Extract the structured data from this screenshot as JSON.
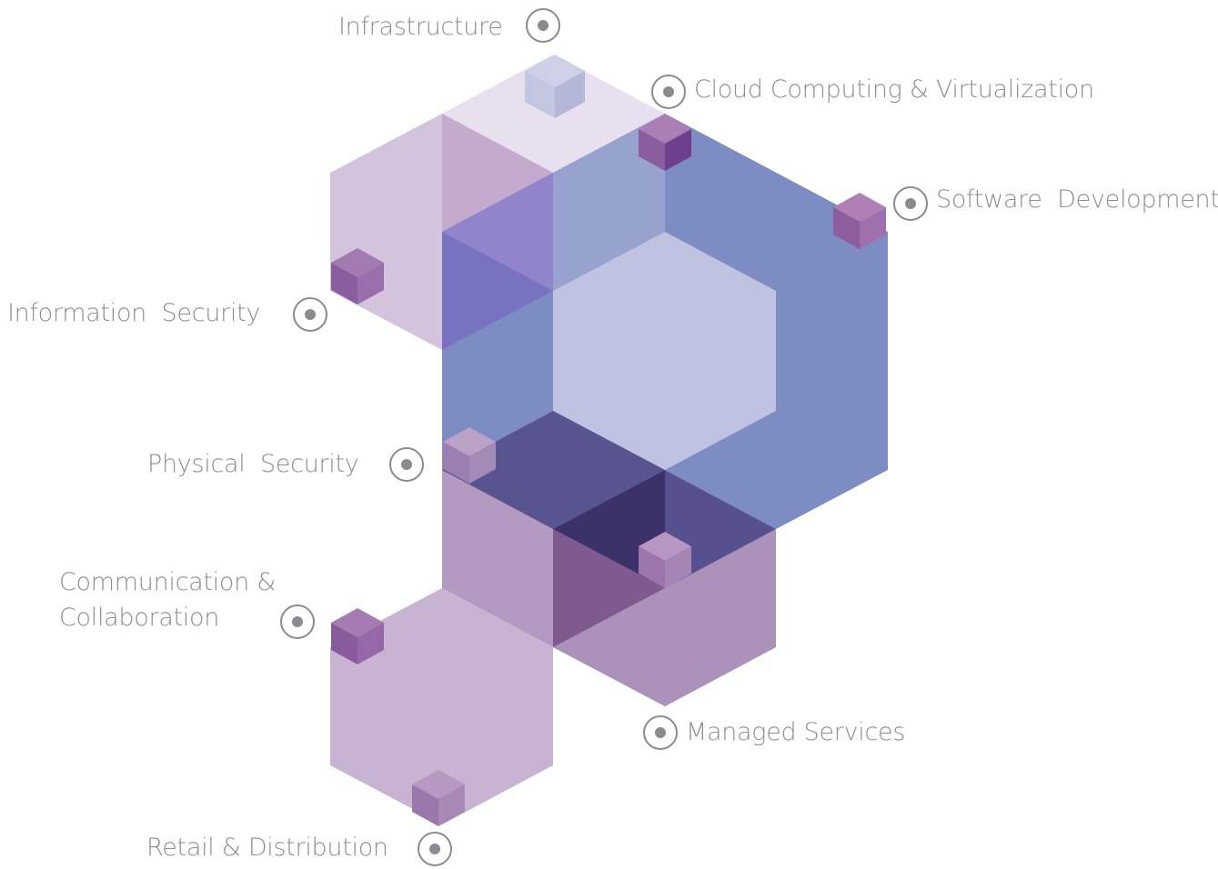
{
  "colors": {
    "label_text": "#8d8d93",
    "marker": "#8a8a90"
  },
  "categories": [
    {
      "id": "infrastructure",
      "label": "Infrastructure",
      "icon": "radio-marker-icon"
    },
    {
      "id": "cloud",
      "label": "Cloud Computing & Virtualization",
      "icon": "radio-marker-icon"
    },
    {
      "id": "software",
      "label": "Software  Development",
      "icon": "radio-marker-icon"
    },
    {
      "id": "infosec",
      "label": "Information  Security",
      "icon": "radio-marker-icon"
    },
    {
      "id": "physical",
      "label": "Physical  Security",
      "icon": "radio-marker-icon"
    },
    {
      "id": "comm",
      "label_line1": "Communication &",
      "label_line2": "Collaboration",
      "icon": "radio-marker-icon"
    },
    {
      "id": "managed",
      "label": "Managed Services",
      "icon": "radio-marker-icon"
    },
    {
      "id": "retail",
      "label": "Retail & Distribution",
      "icon": "radio-marker-icon"
    }
  ]
}
